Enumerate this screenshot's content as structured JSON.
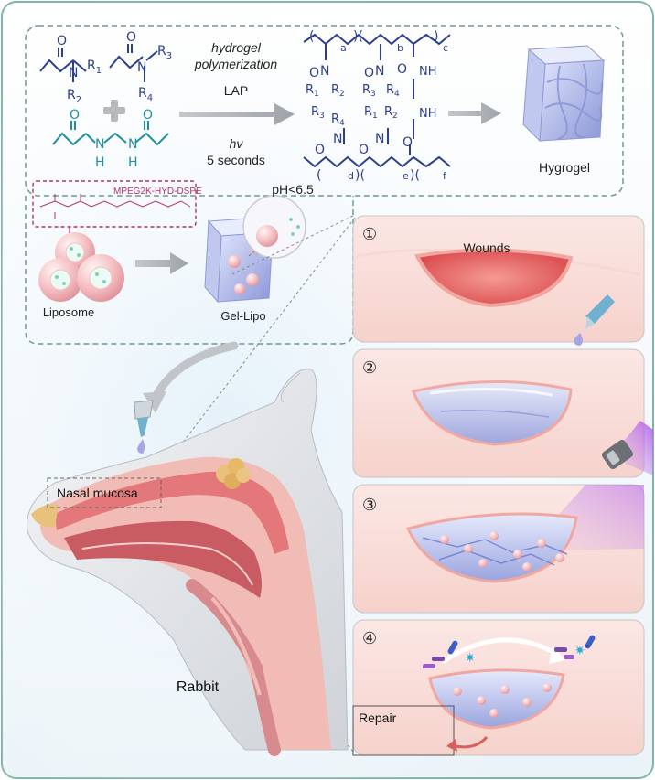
{
  "synthesis": {
    "reaction_line1": "hydrogel",
    "reaction_line2": "polymerization",
    "initiator": "LAP",
    "light_symbol": "hv",
    "light_time": "5 seconds",
    "monomer1": {
      "r_top": "R1",
      "r_bottom": "R2"
    },
    "monomer2": {
      "r_top": "R3",
      "r_bottom": "R4"
    },
    "crosslinker_nh": [
      "N",
      "H",
      "N",
      "H"
    ],
    "polymer_units": [
      "a",
      "b",
      "c",
      "d",
      "e",
      "f"
    ],
    "product_label": "Hygrogel"
  },
  "liposome_section": {
    "lipid_label": "MPEG2K-HYD-DSPE",
    "liposome_label": "Liposome",
    "gel_label": "Gel-Lipo",
    "ph_label": "pH<6.5"
  },
  "anatomy": {
    "region_label": "Nasal mucosa",
    "animal_label": "Rabbit"
  },
  "steps": [
    {
      "number": "①",
      "label": "Wounds"
    },
    {
      "number": "②",
      "label": ""
    },
    {
      "number": "③",
      "label": ""
    },
    {
      "number": "④",
      "label": "Repair"
    }
  ],
  "colors": {
    "border": "#7fb5a9",
    "dashed": "#6f9a90",
    "chem_blue": "#2c3e8c",
    "magenta": "#b4306e",
    "tissue": "#f5c9c4",
    "wound": "#e4585a",
    "gel": "#a9b4e8",
    "uv": "#a04adc"
  }
}
